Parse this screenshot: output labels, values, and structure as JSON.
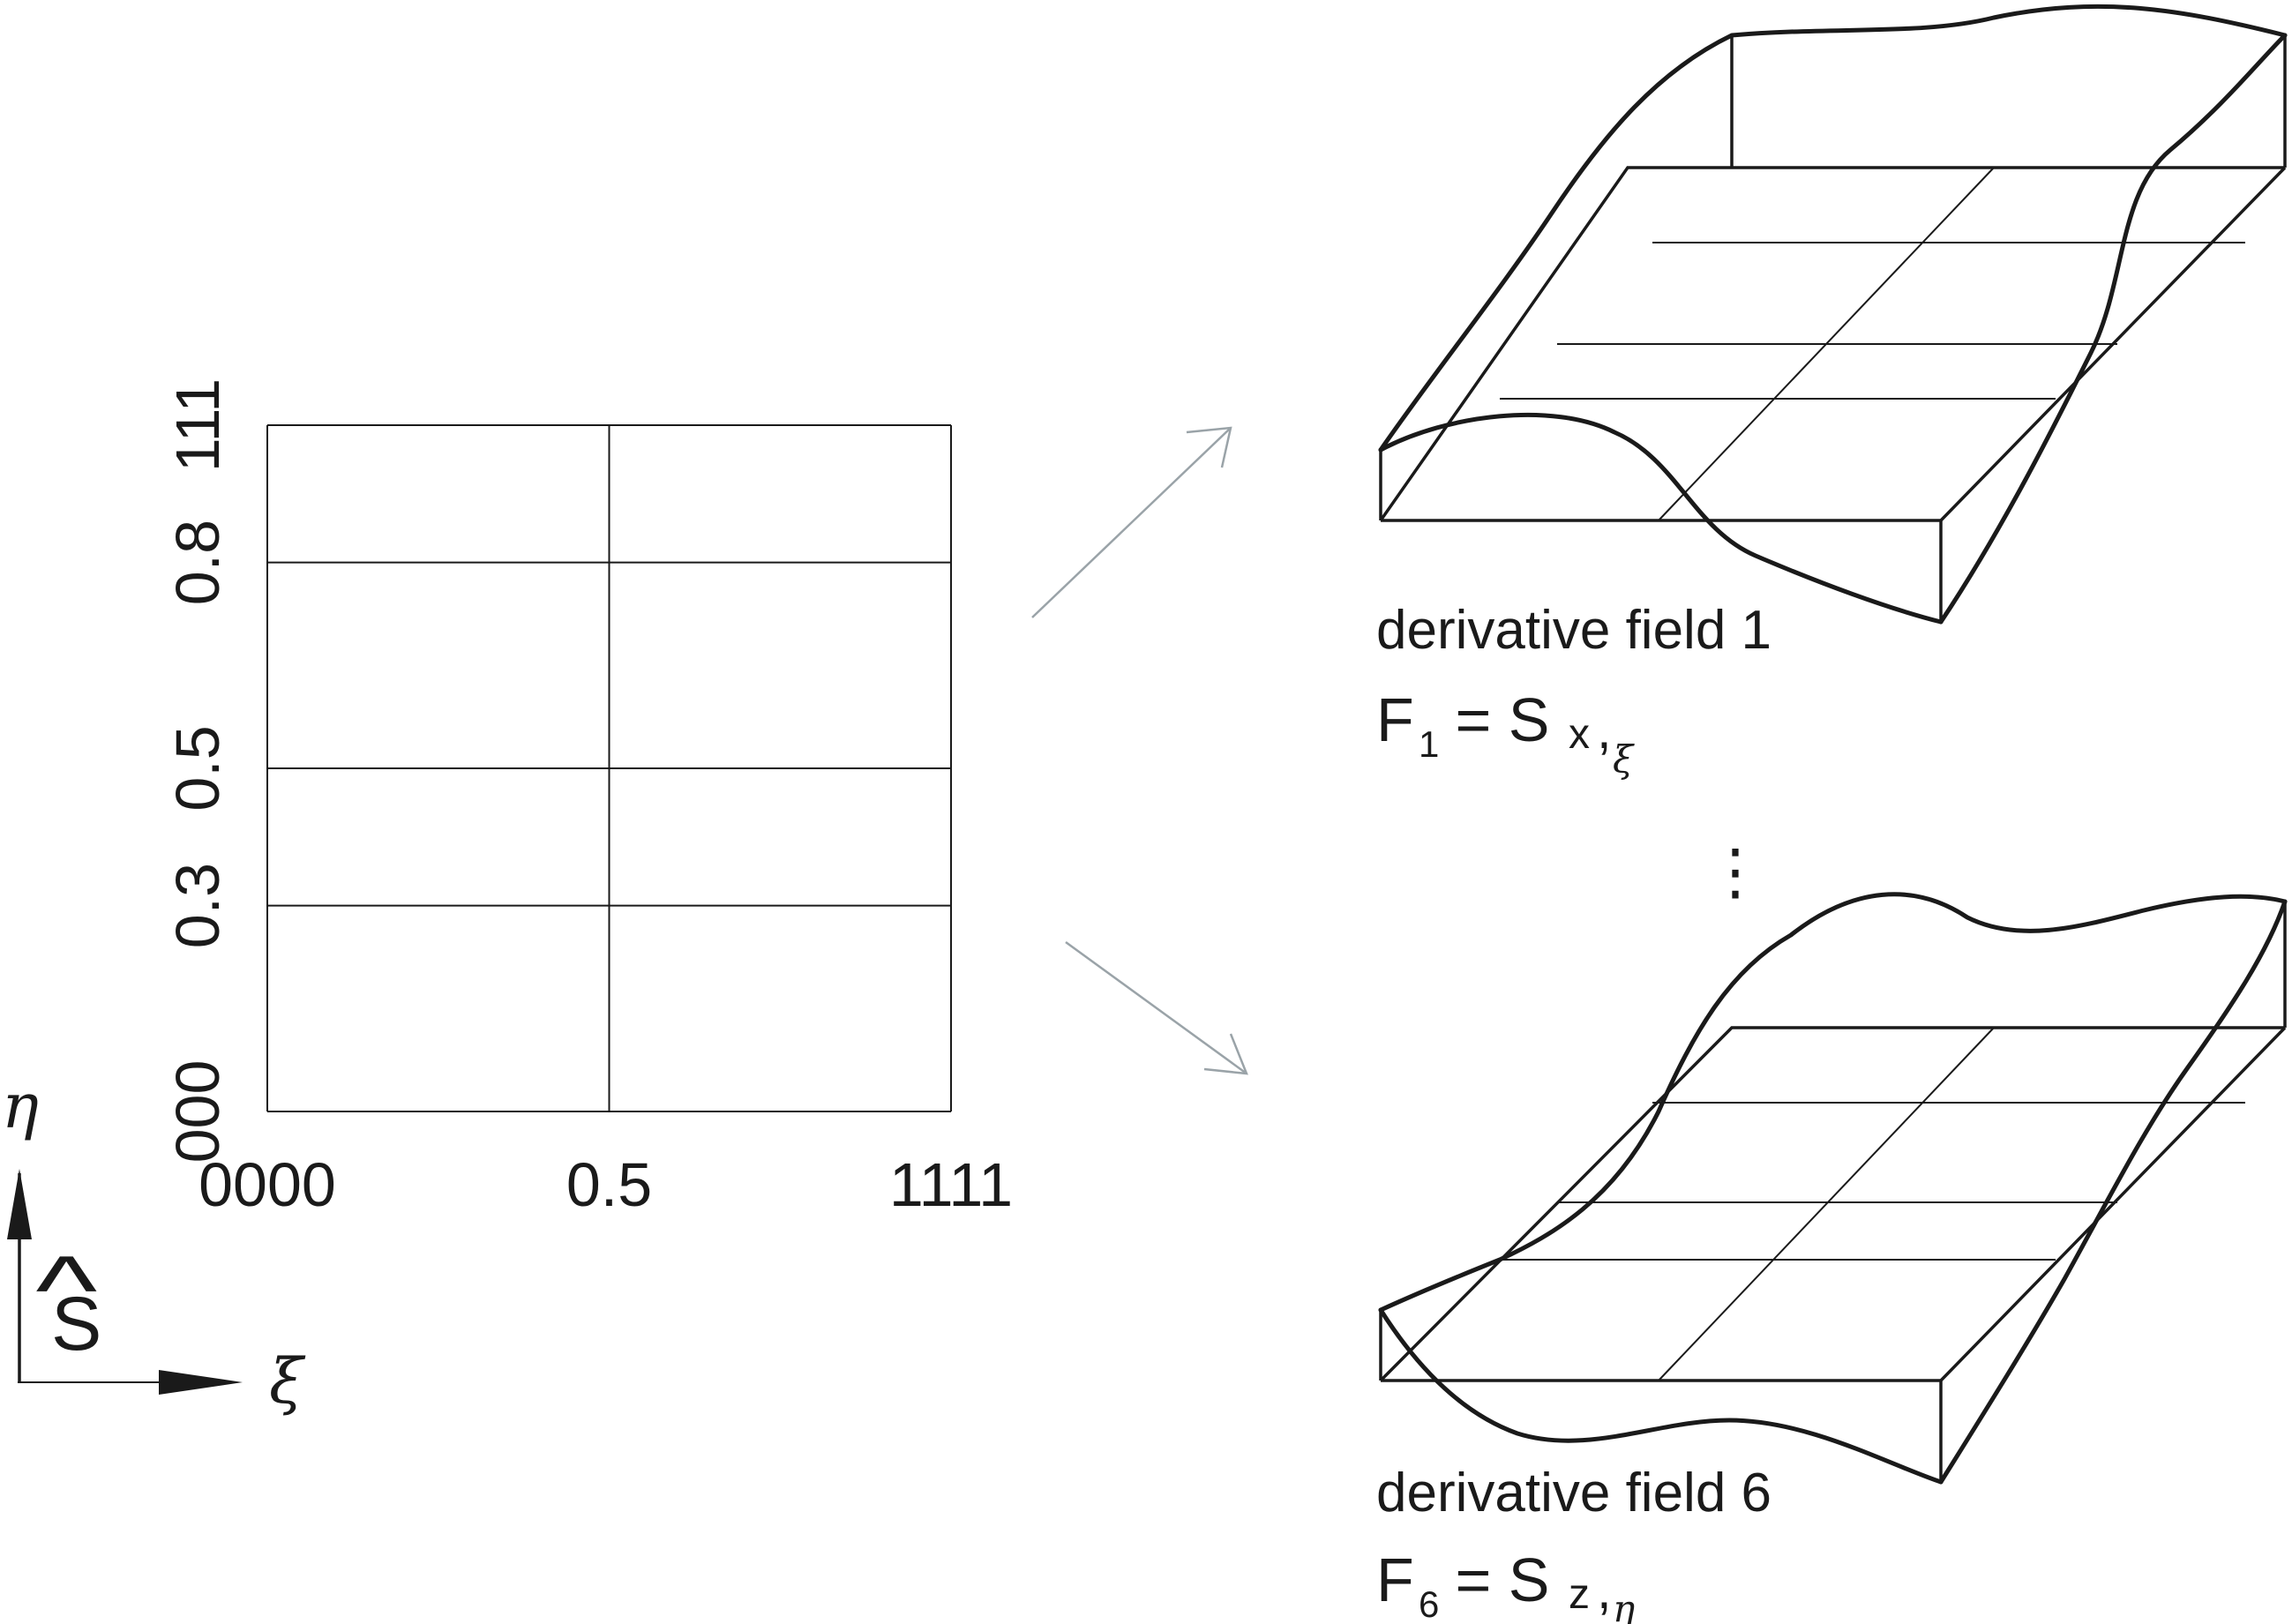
{
  "param_grid": {
    "xi_ticks": [
      "0000",
      "0.5",
      "1111"
    ],
    "eta_ticks": [
      "000",
      "0.3",
      "0.5",
      "0.8",
      "111"
    ],
    "xi_values": [
      0,
      0.5,
      1
    ],
    "eta_values": [
      0,
      0.3,
      0.5,
      0.8,
      1
    ]
  },
  "axes": {
    "eta_symbol": "η",
    "xi_symbol": "ξ",
    "surface_symbol": "S",
    "hat": "^"
  },
  "field_top": {
    "title": "derivative field 1",
    "formula_main": "F",
    "formula_sub": "1",
    "formula_eq": " = S",
    "formula_comp": "x",
    "formula_comma": ",",
    "formula_deriv": "ξ"
  },
  "ellipsis": "⋮",
  "field_bottom": {
    "title": "derivative field 6",
    "formula_main": "F",
    "formula_sub": "6",
    "formula_eq": " = S",
    "formula_comp": "z",
    "formula_comma": ",",
    "formula_deriv": "η"
  },
  "colors": {
    "ink": "#1a1a1a",
    "arrow": "#9aa3a8"
  }
}
